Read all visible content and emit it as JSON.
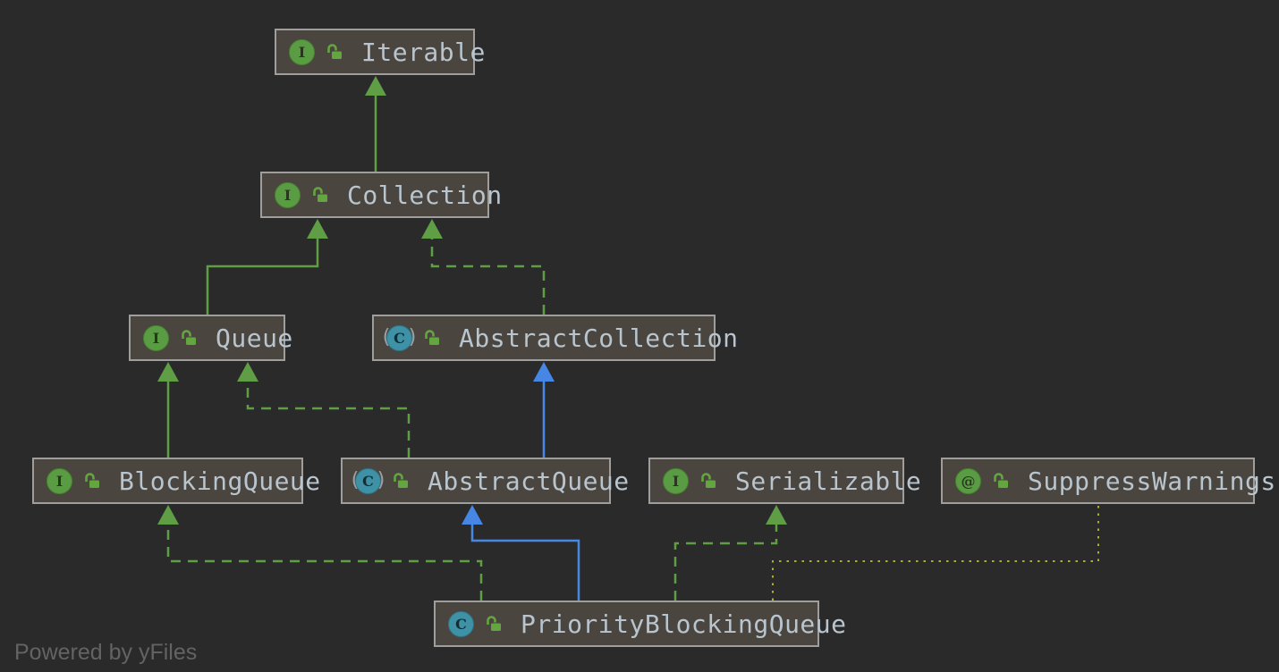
{
  "diagram": {
    "title": "UML class hierarchy of PriorityBlockingQueue",
    "watermark": "Powered by yFiles",
    "colors": {
      "background": "#2a2a2a",
      "node_fill": "#4a463f",
      "node_border": "#9e9e9e",
      "node_text": "#b8c4ce",
      "extends_green": "#5f9e45",
      "extends_blue": "#4687e5",
      "annotation_yellow": "#b3ad2c",
      "interface_icon_green": "#5a9c44",
      "class_icon_teal": "#3f91a6"
    },
    "nodes": [
      {
        "id": "iterable",
        "label": "Iterable",
        "kind": "interface",
        "icon_letter": "I"
      },
      {
        "id": "collection",
        "label": "Collection",
        "kind": "interface",
        "icon_letter": "I"
      },
      {
        "id": "queue",
        "label": "Queue",
        "kind": "interface",
        "icon_letter": "I"
      },
      {
        "id": "abstract-collection",
        "label": "AbstractCollection",
        "kind": "abstract-class",
        "icon_letter": "C"
      },
      {
        "id": "blocking-queue",
        "label": "BlockingQueue",
        "kind": "interface",
        "icon_letter": "I"
      },
      {
        "id": "abstract-queue",
        "label": "AbstractQueue",
        "kind": "abstract-class",
        "icon_letter": "C"
      },
      {
        "id": "serializable",
        "label": "Serializable",
        "kind": "interface",
        "icon_letter": "I"
      },
      {
        "id": "suppress-warnings",
        "label": "SuppressWarnings",
        "kind": "annotation",
        "icon_letter": "@"
      },
      {
        "id": "priority-blocking-queue",
        "label": "PriorityBlockingQueue",
        "kind": "class",
        "icon_letter": "C"
      }
    ],
    "edges": [
      {
        "from": "Queue",
        "to": "Collection",
        "type": "extends",
        "style": "solid-green"
      },
      {
        "from": "AbstractCollection",
        "to": "Collection",
        "type": "implements",
        "style": "dashed-green"
      },
      {
        "from": "Collection",
        "to": "Iterable",
        "type": "extends",
        "style": "solid-green"
      },
      {
        "from": "BlockingQueue",
        "to": "Queue",
        "type": "extends",
        "style": "solid-green"
      },
      {
        "from": "AbstractQueue",
        "to": "Queue",
        "type": "implements",
        "style": "dashed-green"
      },
      {
        "from": "AbstractQueue",
        "to": "AbstractCollection",
        "type": "extends",
        "style": "solid-blue"
      },
      {
        "from": "PriorityBlockingQueue",
        "to": "AbstractQueue",
        "type": "extends",
        "style": "solid-blue"
      },
      {
        "from": "PriorityBlockingQueue",
        "to": "BlockingQueue",
        "type": "implements",
        "style": "dashed-green"
      },
      {
        "from": "PriorityBlockingQueue",
        "to": "Serializable",
        "type": "implements",
        "style": "dashed-green"
      },
      {
        "from": "PriorityBlockingQueue",
        "to": "SuppressWarnings",
        "type": "annotation",
        "style": "dotted-yellow"
      }
    ]
  }
}
